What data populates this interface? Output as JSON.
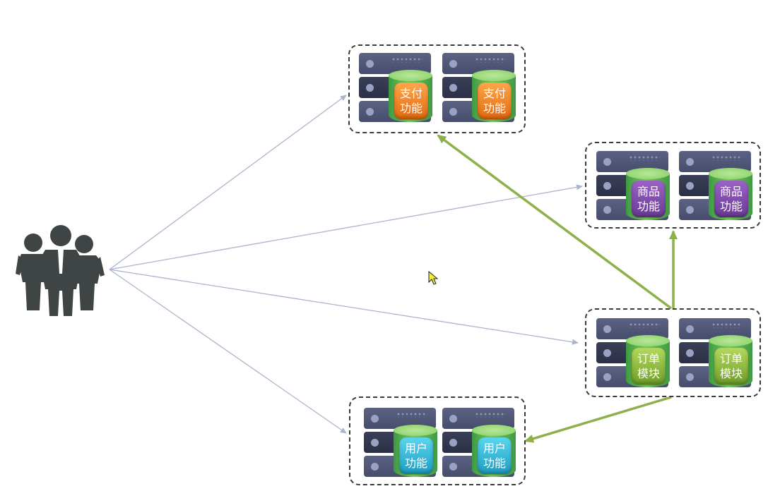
{
  "clusters": [
    {
      "id": "payment",
      "label": "支付\n功能",
      "color": "orange"
    },
    {
      "id": "product",
      "label": "商品\n功能",
      "color": "purple"
    },
    {
      "id": "order",
      "label": "订单\n模块",
      "color": "green"
    },
    {
      "id": "user",
      "label": "用户\n功能",
      "color": "cyan"
    }
  ],
  "colors": {
    "user_link": "#aab4cc",
    "service_link": "#8db04a",
    "users_icon": "#3f4545"
  }
}
